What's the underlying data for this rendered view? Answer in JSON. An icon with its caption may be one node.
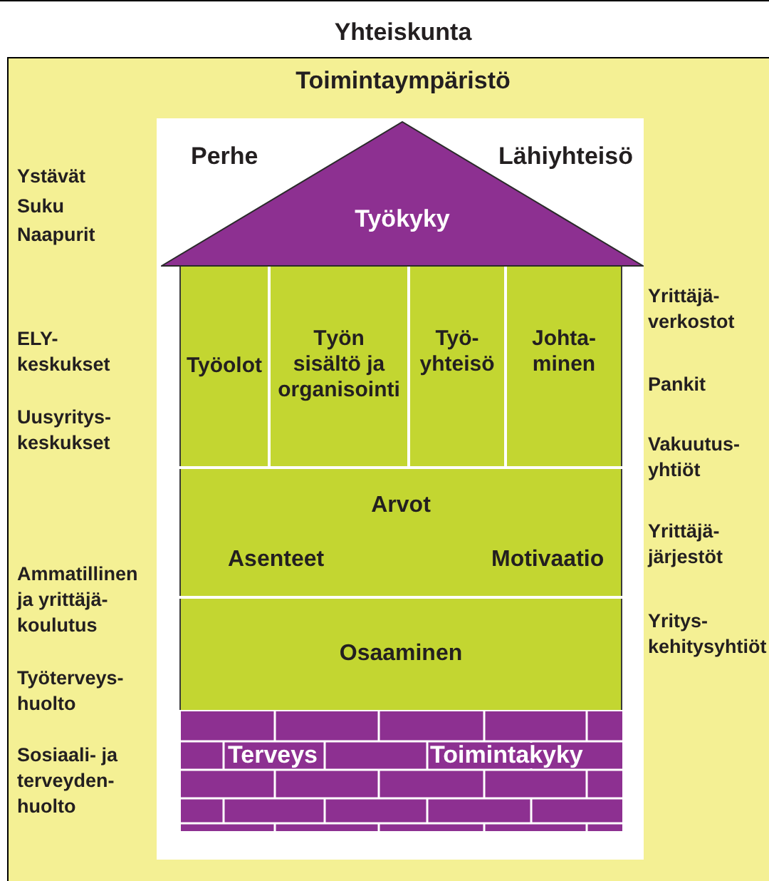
{
  "diagram": {
    "title": "Yhteiskunta",
    "nodes": [
      {
        "text": [
          "Toimintaympäristö"
        ]
      },
      {
        "text": [
          "Perhe",
          "Lähiyhteisö"
        ],
        "in": 0
      },
      {
        "text": [
          "Työkyky"
        ],
        "in": 1
      },
      {
        "text": [
          "Työolot"
        ],
        "in": 1
      },
      {
        "text": [
          "Työn sisältö ja organisointi"
        ],
        "in": 1
      },
      {
        "text": [
          "Työ- yhteisö"
        ],
        "in": 1
      },
      {
        "text": [
          "Johta- minen"
        ],
        "in": 1
      },
      {
        "text": [
          "Arvot",
          "Asenteet",
          "Motivaatio"
        ],
        "in": 1
      },
      {
        "text": [
          "Osaaminen"
        ],
        "in": 1
      },
      {
        "text": [
          "Terveys",
          "Toimintakyky"
        ],
        "in": 1
      }
    ],
    "labels": [
      "Ystävät",
      "Suku",
      "Naapurit",
      "ELY- keskukset",
      "Uusyritys- keskukset",
      "Ammatillinen ja yrittäjä- koulutus",
      "Työterveys- huolto",
      "Sosiaali- ja terveyden- huolto",
      "Yrittäjä- verkostot",
      "Pankit",
      "Vakuutus- yhtiöt",
      "Yrittäjä- järjestöt",
      "Yritys- kehitysyhtiöt"
    ]
  }
}
